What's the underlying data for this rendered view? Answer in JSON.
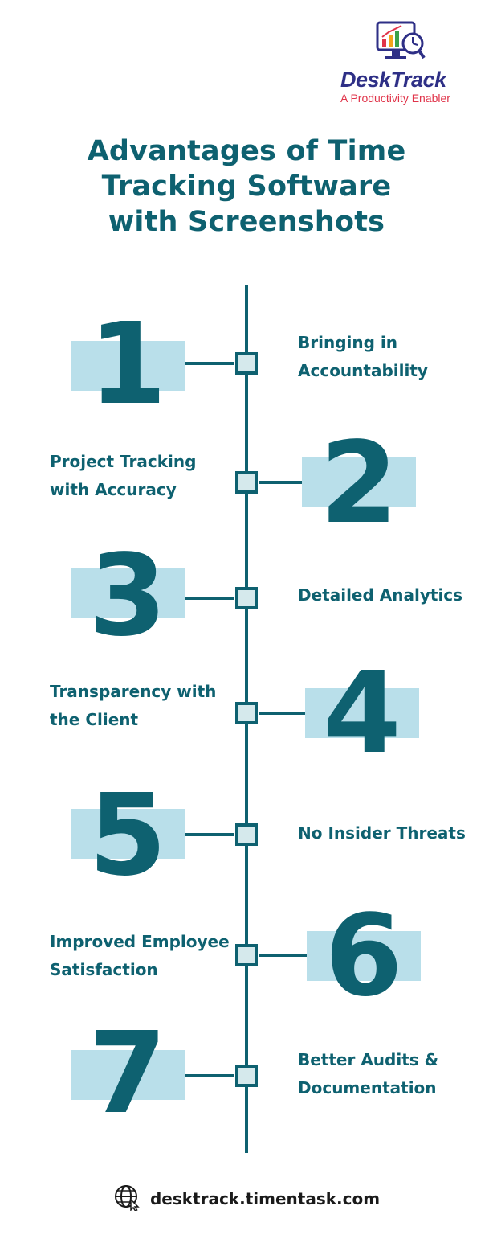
{
  "logo": {
    "name_part1": "Desk",
    "name_part2": "Track",
    "tagline": "A Productivity Enabler",
    "icon": "monitor-chart-clock-icon"
  },
  "title": {
    "line1": "Advantages of Time",
    "line2": "Tracking Software",
    "line3": "with Screenshots"
  },
  "items": [
    {
      "number": "1",
      "line1": "Bringing in",
      "line2": "Accountability"
    },
    {
      "number": "2",
      "line1": "Project Tracking",
      "line2": "with Accuracy"
    },
    {
      "number": "3",
      "line1": "Detailed Analytics",
      "line2": ""
    },
    {
      "number": "4",
      "line1": "Transparency with",
      "line2": "the Client"
    },
    {
      "number": "5",
      "line1": "No Insider Threats",
      "line2": ""
    },
    {
      "number": "6",
      "line1": "Improved Employee",
      "line2": "Satisfaction"
    },
    {
      "number": "7",
      "line1": "Better Audits &",
      "line2": "Documentation"
    }
  ],
  "footer": {
    "website": "desktrack.timentask.com",
    "icon": "globe-cursor-icon"
  },
  "colors": {
    "primary": "#0e6170",
    "box": "#b9dfea",
    "node_fill": "#d5e9ec",
    "brand_navy": "#2e2f86",
    "brand_red": "#e0344a"
  }
}
